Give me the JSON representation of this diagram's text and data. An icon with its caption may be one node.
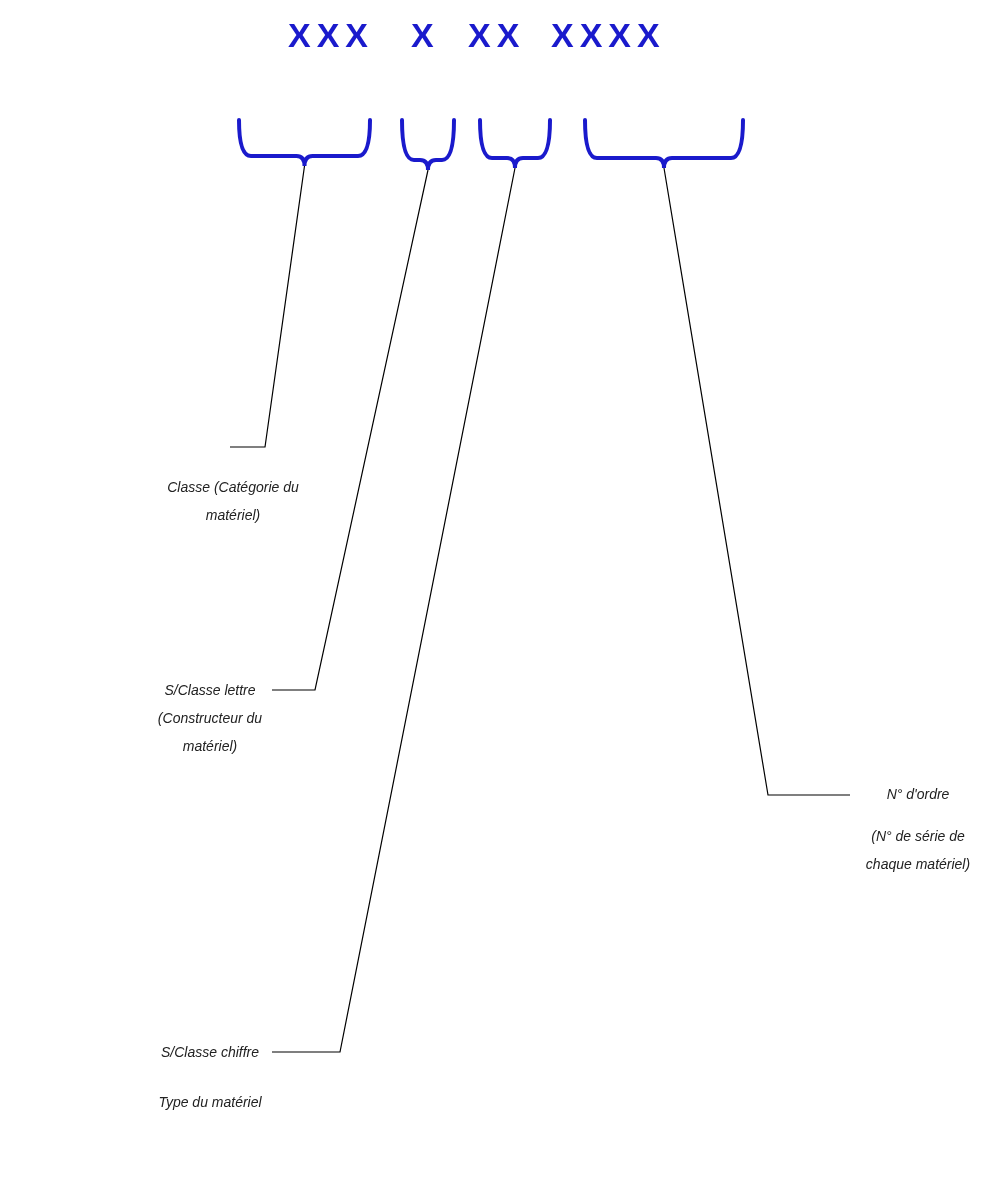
{
  "diagram": {
    "nodes": [
      {
        "text": [],
        "shape": "brace"
      },
      {
        "text": [],
        "shape": "brace"
      },
      {
        "text": [],
        "shape": "brace"
      },
      {
        "text": [],
        "shape": "brace"
      },
      {
        "text": [
          "Classe (Catégorie du matériel)"
        ]
      },
      {
        "text": [
          "S/Classe lettre",
          "(Constructeur du matériel)"
        ]
      },
      {
        "text": [
          "S/Classe chiffre",
          "Type du matériel"
        ]
      },
      {
        "text": [
          "N° d'ordre",
          "(N° de série de chaque matériel)"
        ]
      }
    ],
    "edges": [
      {
        "from": 4,
        "to": 0,
        "arrow": "none"
      },
      {
        "from": 5,
        "to": 1,
        "arrow": "none"
      },
      {
        "from": 6,
        "to": 2,
        "arrow": "none"
      },
      {
        "from": 7,
        "to": 3,
        "arrow": "none"
      }
    ],
    "labels": [
      "XXX",
      "X",
      "XX",
      "XXXX"
    ]
  }
}
